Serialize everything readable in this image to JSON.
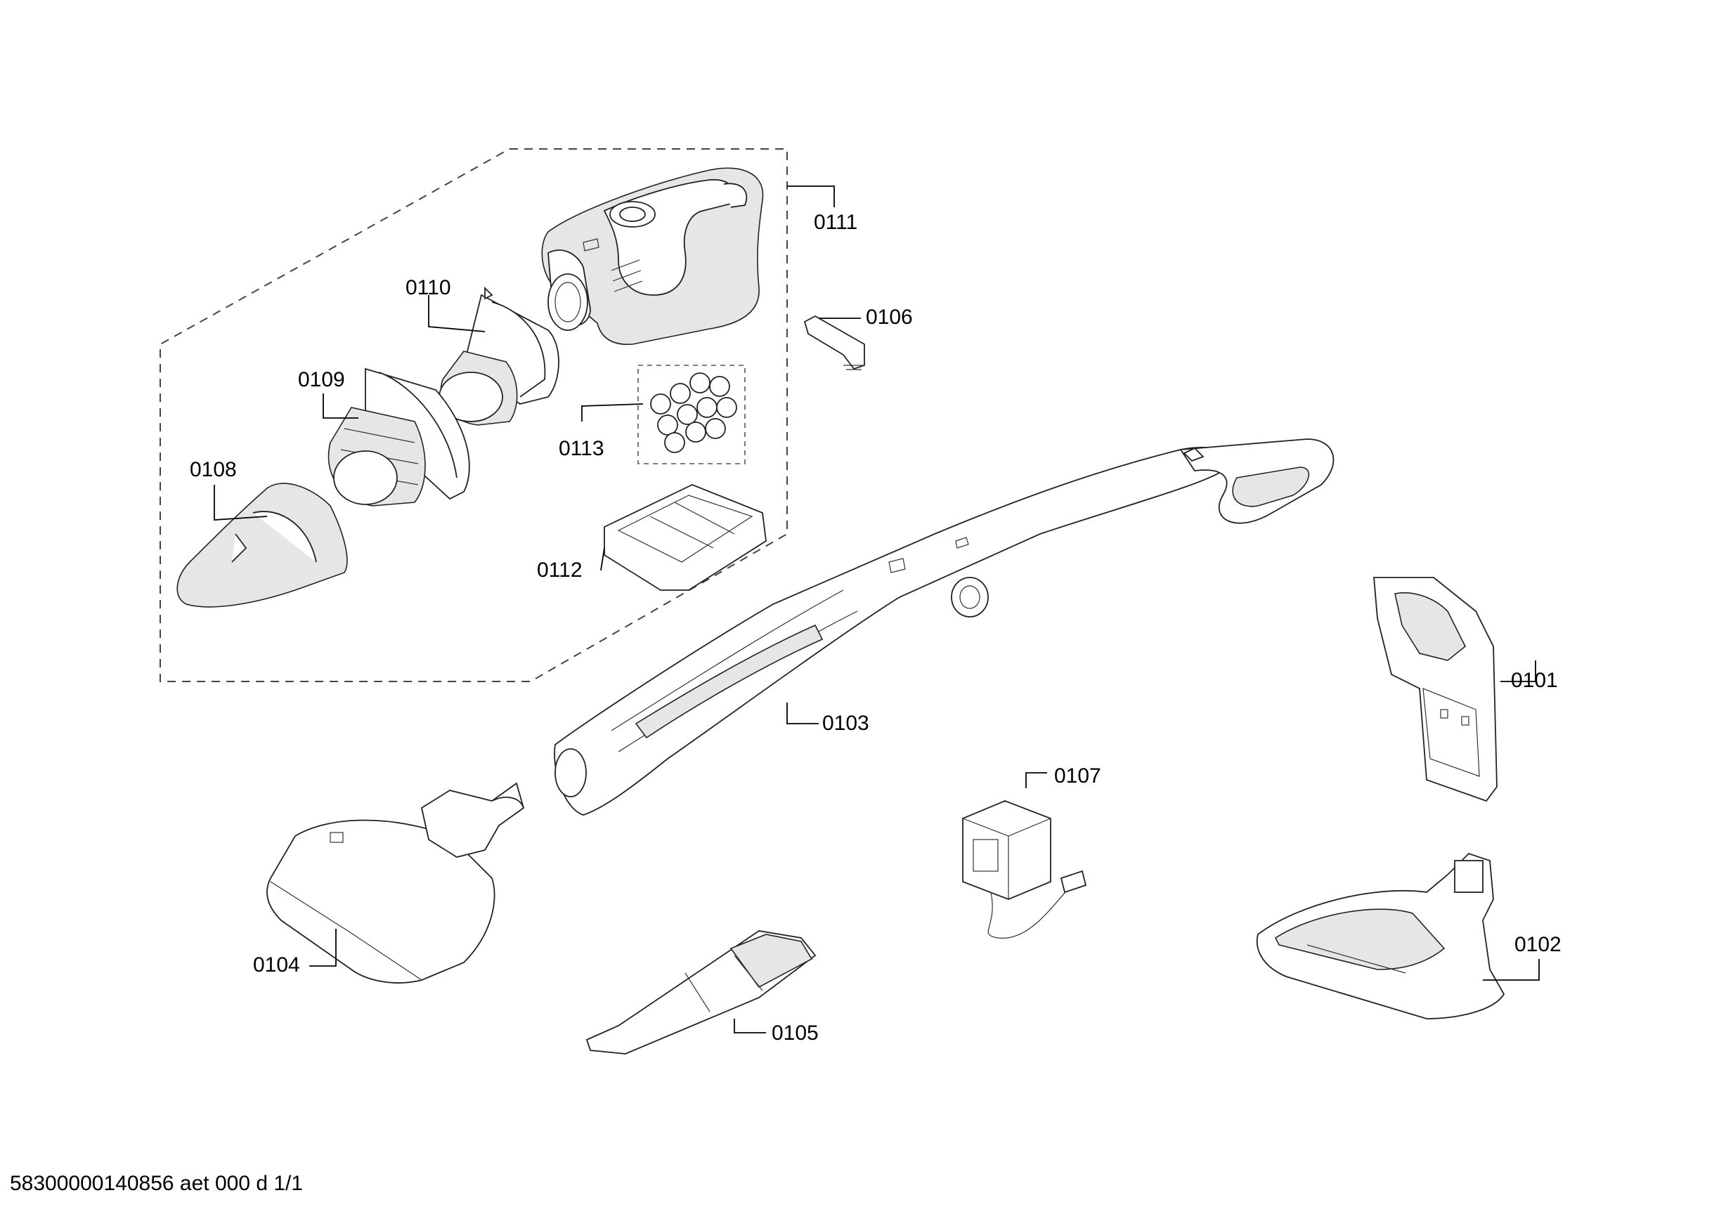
{
  "footer": {
    "document_id": "58300000140856 aet 000 d 1/1"
  },
  "parts": {
    "p0101": "0101",
    "p0102": "0102",
    "p0103": "0103",
    "p0104": "0104",
    "p0105": "0105",
    "p0106": "0106",
    "p0107": "0107",
    "p0108": "0108",
    "p0109": "0109",
    "p0110": "0110",
    "p0111": "0111",
    "p0112": "0112",
    "p0113": "0113"
  }
}
